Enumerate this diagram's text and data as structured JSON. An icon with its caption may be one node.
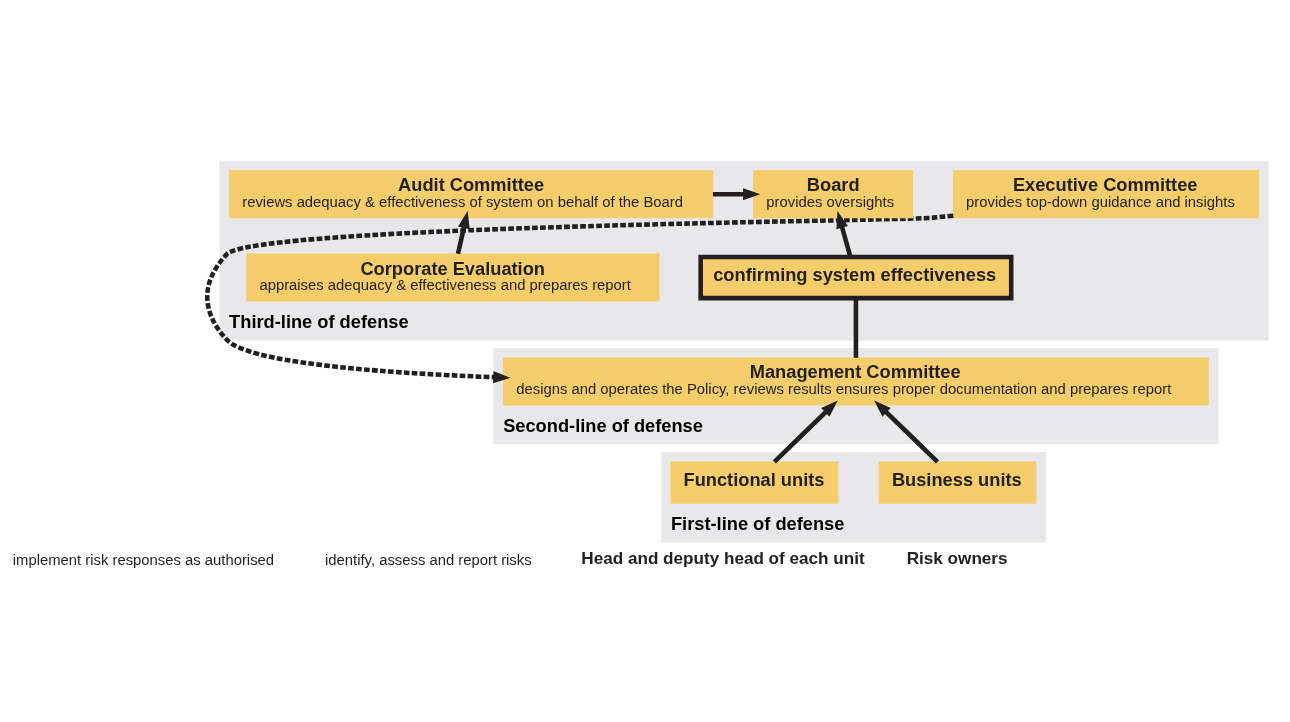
{
  "diagram": {
    "nodes": [
      {
        "text": [
          "Third-line of defense"
        ]
      },
      {
        "text": [
          "Executive Committee",
          "provides top-down guidance and insights"
        ],
        "in": 0
      },
      {
        "text": [
          "Board",
          "provides oversights"
        ],
        "in": 0
      },
      {
        "text": [
          "Audit Committee",
          "reviews adequacy & effectiveness of system on behalf of the Board"
        ],
        "in": 0
      },
      {
        "text": [
          "confirming system effectiveness"
        ],
        "in": 0
      },
      {
        "text": [
          "Corporate Evaluation",
          "appraises adequacy & effectiveness and prepares report"
        ],
        "in": 0
      },
      {
        "text": [
          "Second-line of defense"
        ]
      },
      {
        "text": [
          "Management Committee",
          "designs and operates the Policy, reviews results ensures proper documentation and prepares report"
        ],
        "in": 6
      },
      {
        "text": [
          "First-line of defense"
        ]
      },
      {
        "text": [
          "Business units"
        ],
        "in": 8
      },
      {
        "text": [
          "Functional units"
        ],
        "in": 8
      }
    ],
    "edges": [
      {
        "from": 1,
        "to": 7,
        "arrow": "to",
        "style": "dashed"
      },
      {
        "from": 3,
        "to": 2,
        "arrow": "to"
      },
      {
        "from": 5,
        "to": 3,
        "arrow": "to"
      },
      {
        "from": 7,
        "to": 4,
        "arrow": "none"
      },
      {
        "from": 4,
        "to": 2,
        "arrow": "to"
      },
      {
        "from": 9,
        "to": 7,
        "arrow": "to"
      },
      {
        "from": 10,
        "to": 7,
        "arrow": "to"
      }
    ],
    "labels": [
      "Risk owners",
      "Head and deputy head of each unit",
      "identify, assess and report risks",
      "implement risk responses as authorised"
    ]
  }
}
